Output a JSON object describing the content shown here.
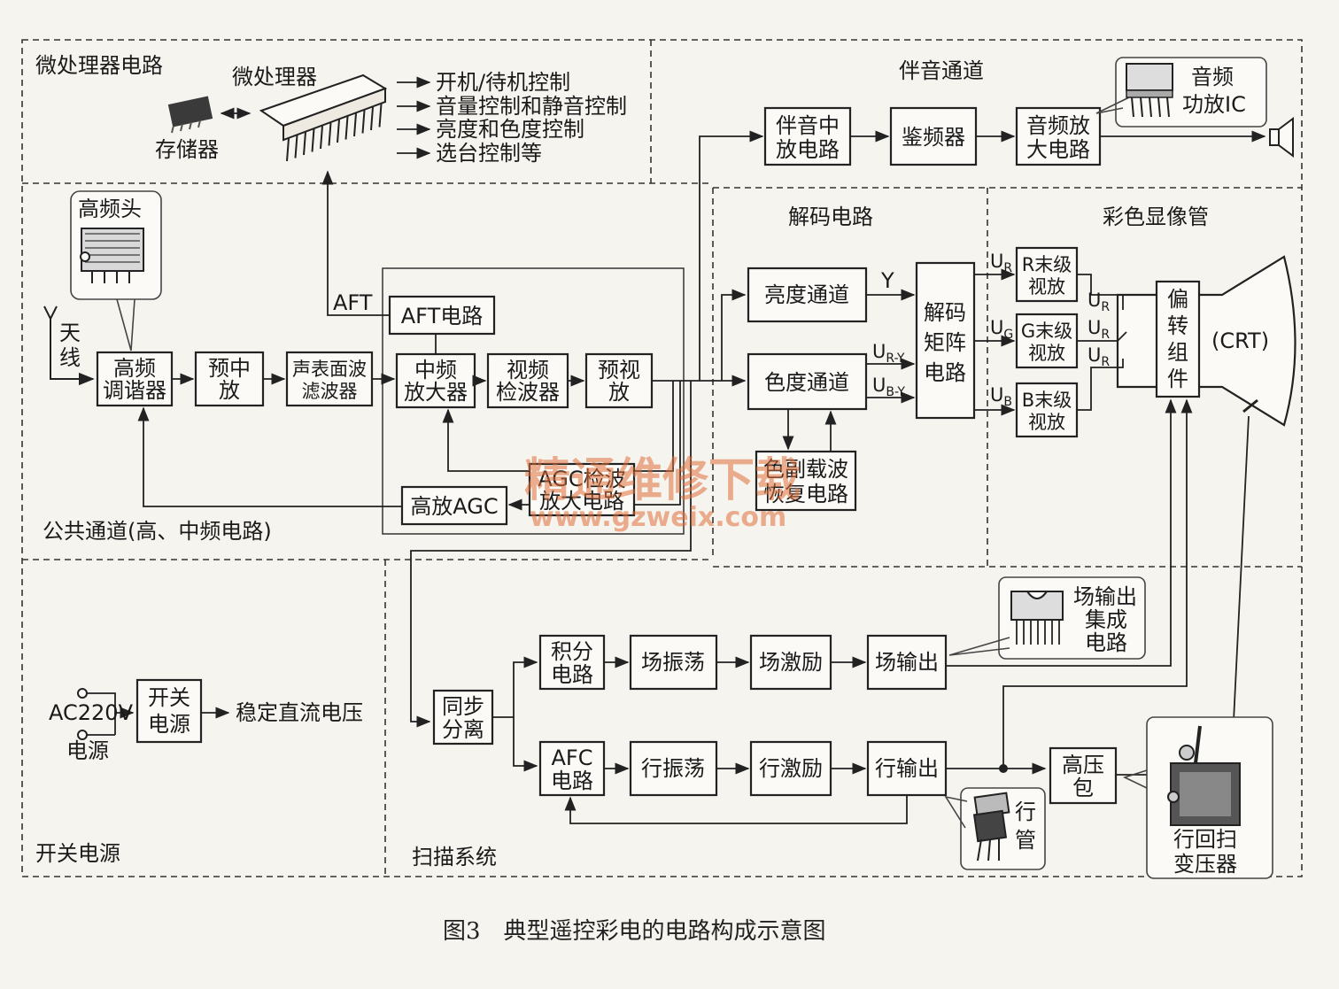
{
  "caption": "图3　典型遥控彩电的电路构成示意图",
  "sections": {
    "micro": "微处理器电路",
    "audio": "伴音通道",
    "decode": "解码电路",
    "crt_area": "彩色显像管",
    "common": "公共通道(高、中频电路)",
    "power": "开关电源",
    "scan": "扫描系统"
  },
  "micro": {
    "chip_label": "微处理器",
    "memory_label": "存储器",
    "controls": [
      "开机/待机控制",
      "音量控制和静音控制",
      "亮度和色度控制",
      "选台控制等"
    ]
  },
  "audio": {
    "if_amp": [
      "伴音中",
      "放电路"
    ],
    "discriminator": "鉴频器",
    "amp": [
      "音频放",
      "大电路"
    ],
    "ic_label": [
      "音频",
      "功放IC"
    ]
  },
  "common": {
    "tuner_label": "高频头",
    "antenna": [
      "天",
      "线"
    ],
    "tuner": [
      "高频",
      "调谐器"
    ],
    "pre_if": [
      "预中",
      "放"
    ],
    "saw": [
      "声表面波",
      "滤波器"
    ],
    "if_amp": [
      "中频",
      "放大器"
    ],
    "detector": [
      "视频",
      "检波器"
    ],
    "pre_video": [
      "预视",
      "放"
    ],
    "aft": "AFT电路",
    "aft_signal": "AFT",
    "agc_amp": [
      "AGC检波",
      "放大电路"
    ],
    "rf_agc": "高放AGC"
  },
  "decode": {
    "luma": "亮度通道",
    "chroma": "色度通道",
    "subcarrier": [
      "色副载波",
      "恢复电路"
    ],
    "matrix": [
      "解码",
      "矩阵",
      "电路"
    ],
    "y": "Y",
    "ury": "U",
    "ury_sub": "R-Y",
    "uby": "U",
    "uby_sub": "B-Y"
  },
  "crt": {
    "r_out": [
      "R末级",
      "视放"
    ],
    "g_out": [
      "G末级",
      "视放"
    ],
    "b_out": [
      "B末级",
      "视放"
    ],
    "u": "U",
    "ur_sub": "R",
    "ug_sub": "G",
    "ub_sub": "B",
    "yoke": [
      "偏",
      "转",
      "组",
      "件"
    ],
    "tube": "(CRT)"
  },
  "power": {
    "ac_in": "AC220V",
    "ac_in2": "电源",
    "smps": [
      "开关",
      "电源"
    ],
    "dc_out": "稳定直流电压"
  },
  "scan": {
    "sync": [
      "同步",
      "分离"
    ],
    "integ": [
      "积分",
      "电路"
    ],
    "v_osc": "场振荡",
    "v_drv": "场激励",
    "v_out": "场输出",
    "v_ic": [
      "场输出",
      "集成",
      "电路"
    ],
    "afc": [
      "AFC",
      "电路"
    ],
    "h_osc": "行振荡",
    "h_drv": "行激励",
    "h_out": "行输出",
    "hv": [
      "高压",
      "包"
    ],
    "h_tube": [
      "行",
      "管"
    ],
    "flyback": [
      "行回扫",
      "变压器"
    ]
  },
  "watermark": [
    "精通维修下载",
    "www.gzweix.com"
  ]
}
